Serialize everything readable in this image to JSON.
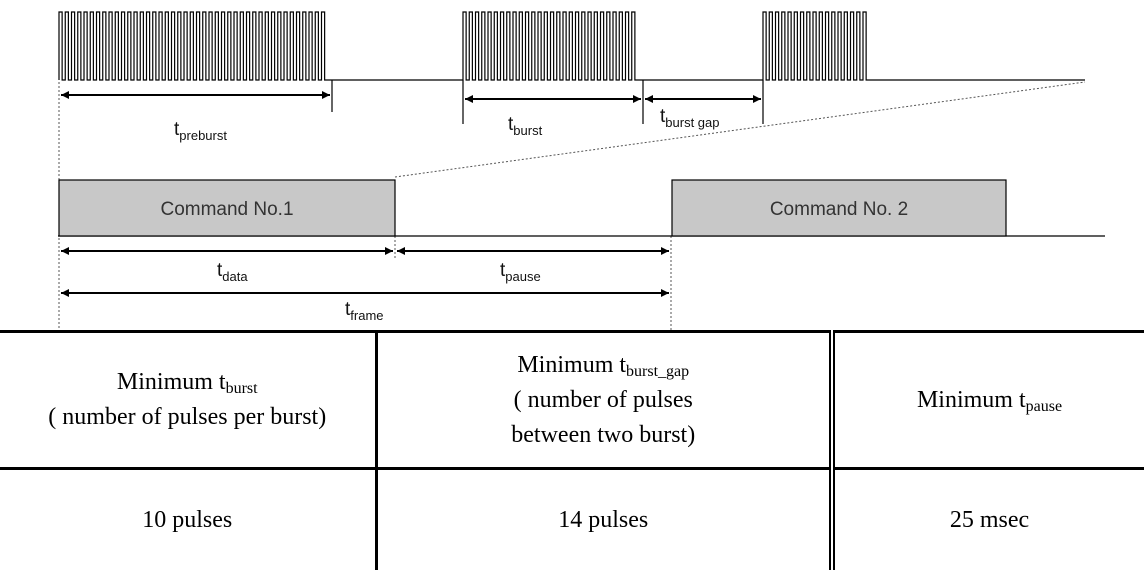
{
  "diagram": {
    "labels": {
      "preburst": {
        "main": "t",
        "sub": "preburst"
      },
      "burst": {
        "main": "t",
        "sub": "burst"
      },
      "burst_gap": {
        "main": "t",
        "sub": "burst gap"
      },
      "data": {
        "main": "t",
        "sub": "data"
      },
      "pause": {
        "main": "t",
        "sub": "pause"
      },
      "frame": {
        "main": "t",
        "sub": "frame"
      }
    },
    "command1": "Command No.1",
    "command2": "Command No. 2",
    "colors": {
      "command_fill": "#c8c8c8",
      "line": "#000000"
    }
  },
  "table": {
    "headers": [
      {
        "prefix": "Minimum t",
        "sub": "burst",
        "line2": "( number of pulses per burst)"
      },
      {
        "prefix": "Minimum t",
        "sub": "burst_gap",
        "line2": "( number of pulses",
        "line3": "between two burst)"
      },
      {
        "prefix": "Minimum t",
        "sub": "pause"
      }
    ],
    "values": [
      "10 pulses",
      "14 pulses",
      "25 msec"
    ]
  }
}
